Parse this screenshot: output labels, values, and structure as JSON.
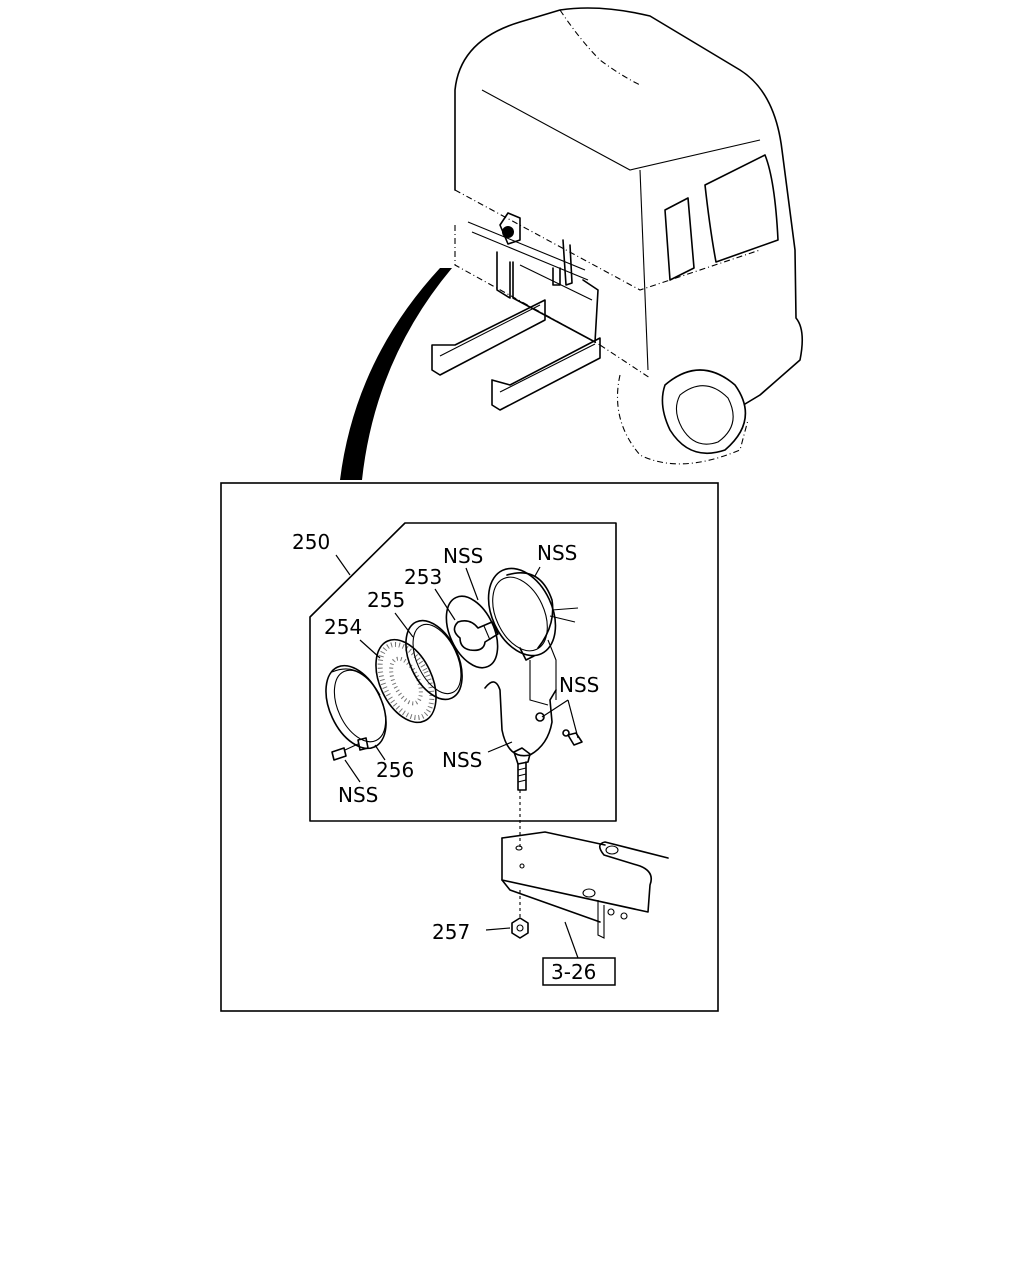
{
  "diagram": {
    "callouts": {
      "assembly": "250",
      "bulb": "253",
      "lens": "254",
      "gasket": "255",
      "rim": "256",
      "nut": "257",
      "nss_bulb_socket": "NSS",
      "nss_housing": "NSS",
      "nss_bracket_bolts": "NSS",
      "nss_bracket": "NSS",
      "nss_rim_screw": "NSS"
    },
    "page_reference": "3-26"
  }
}
